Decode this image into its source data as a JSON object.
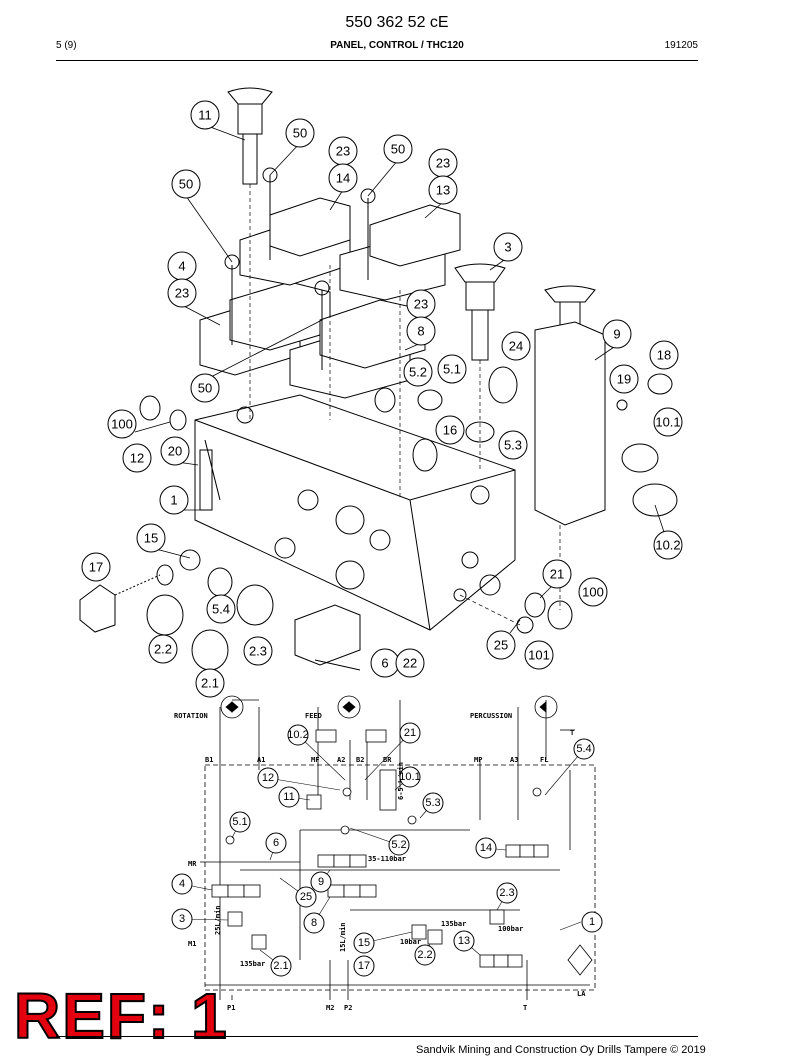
{
  "header": {
    "doc_number": "550 362 52 cE",
    "page": "5 (9)",
    "title": "PANEL, CONTROL / THC120",
    "date": "191205"
  },
  "exploded_callouts": [
    "11",
    "50",
    "23",
    "14",
    "50",
    "23",
    "13",
    "50",
    "3",
    "23",
    "4",
    "23",
    "8",
    "9",
    "24",
    "5.1",
    "18",
    "5.2",
    "19",
    "50",
    "100",
    "16",
    "10.1",
    "20",
    "12",
    "5.3",
    "1",
    "10.2",
    "15",
    "17",
    "21",
    "100",
    "5.4",
    "2.2",
    "2.3",
    "25",
    "6",
    "22",
    "101",
    "2.1"
  ],
  "schematic": {
    "sections": [
      "ROTATION",
      "FEED",
      "PERCUSSION"
    ],
    "ports": [
      "B1",
      "A1",
      "MF",
      "A2",
      "B2",
      "BR",
      "MP",
      "A3",
      "FL",
      "MR",
      "M1",
      "P1",
      "M2",
      "P2",
      "T",
      "LA",
      "T"
    ],
    "callouts": [
      "10.2",
      "21",
      "5.4",
      "12",
      "10.1",
      "11",
      "5.3",
      "5.1",
      "6",
      "5.2",
      "14",
      "9",
      "4",
      "25",
      "2.3",
      "3",
      "8",
      "1",
      "15",
      "13",
      "2.2",
      "17",
      "2.1"
    ],
    "annotations": [
      "35-110bar",
      "135bar",
      "100bar",
      "10bar",
      "135bar",
      "6-5 L/min",
      "25L/min",
      "15L/min"
    ]
  },
  "stamp": {
    "text": "REF: 1"
  },
  "footer": {
    "text": "Sandvik Mining and Construction Oy Drills Tampere © 2019"
  }
}
